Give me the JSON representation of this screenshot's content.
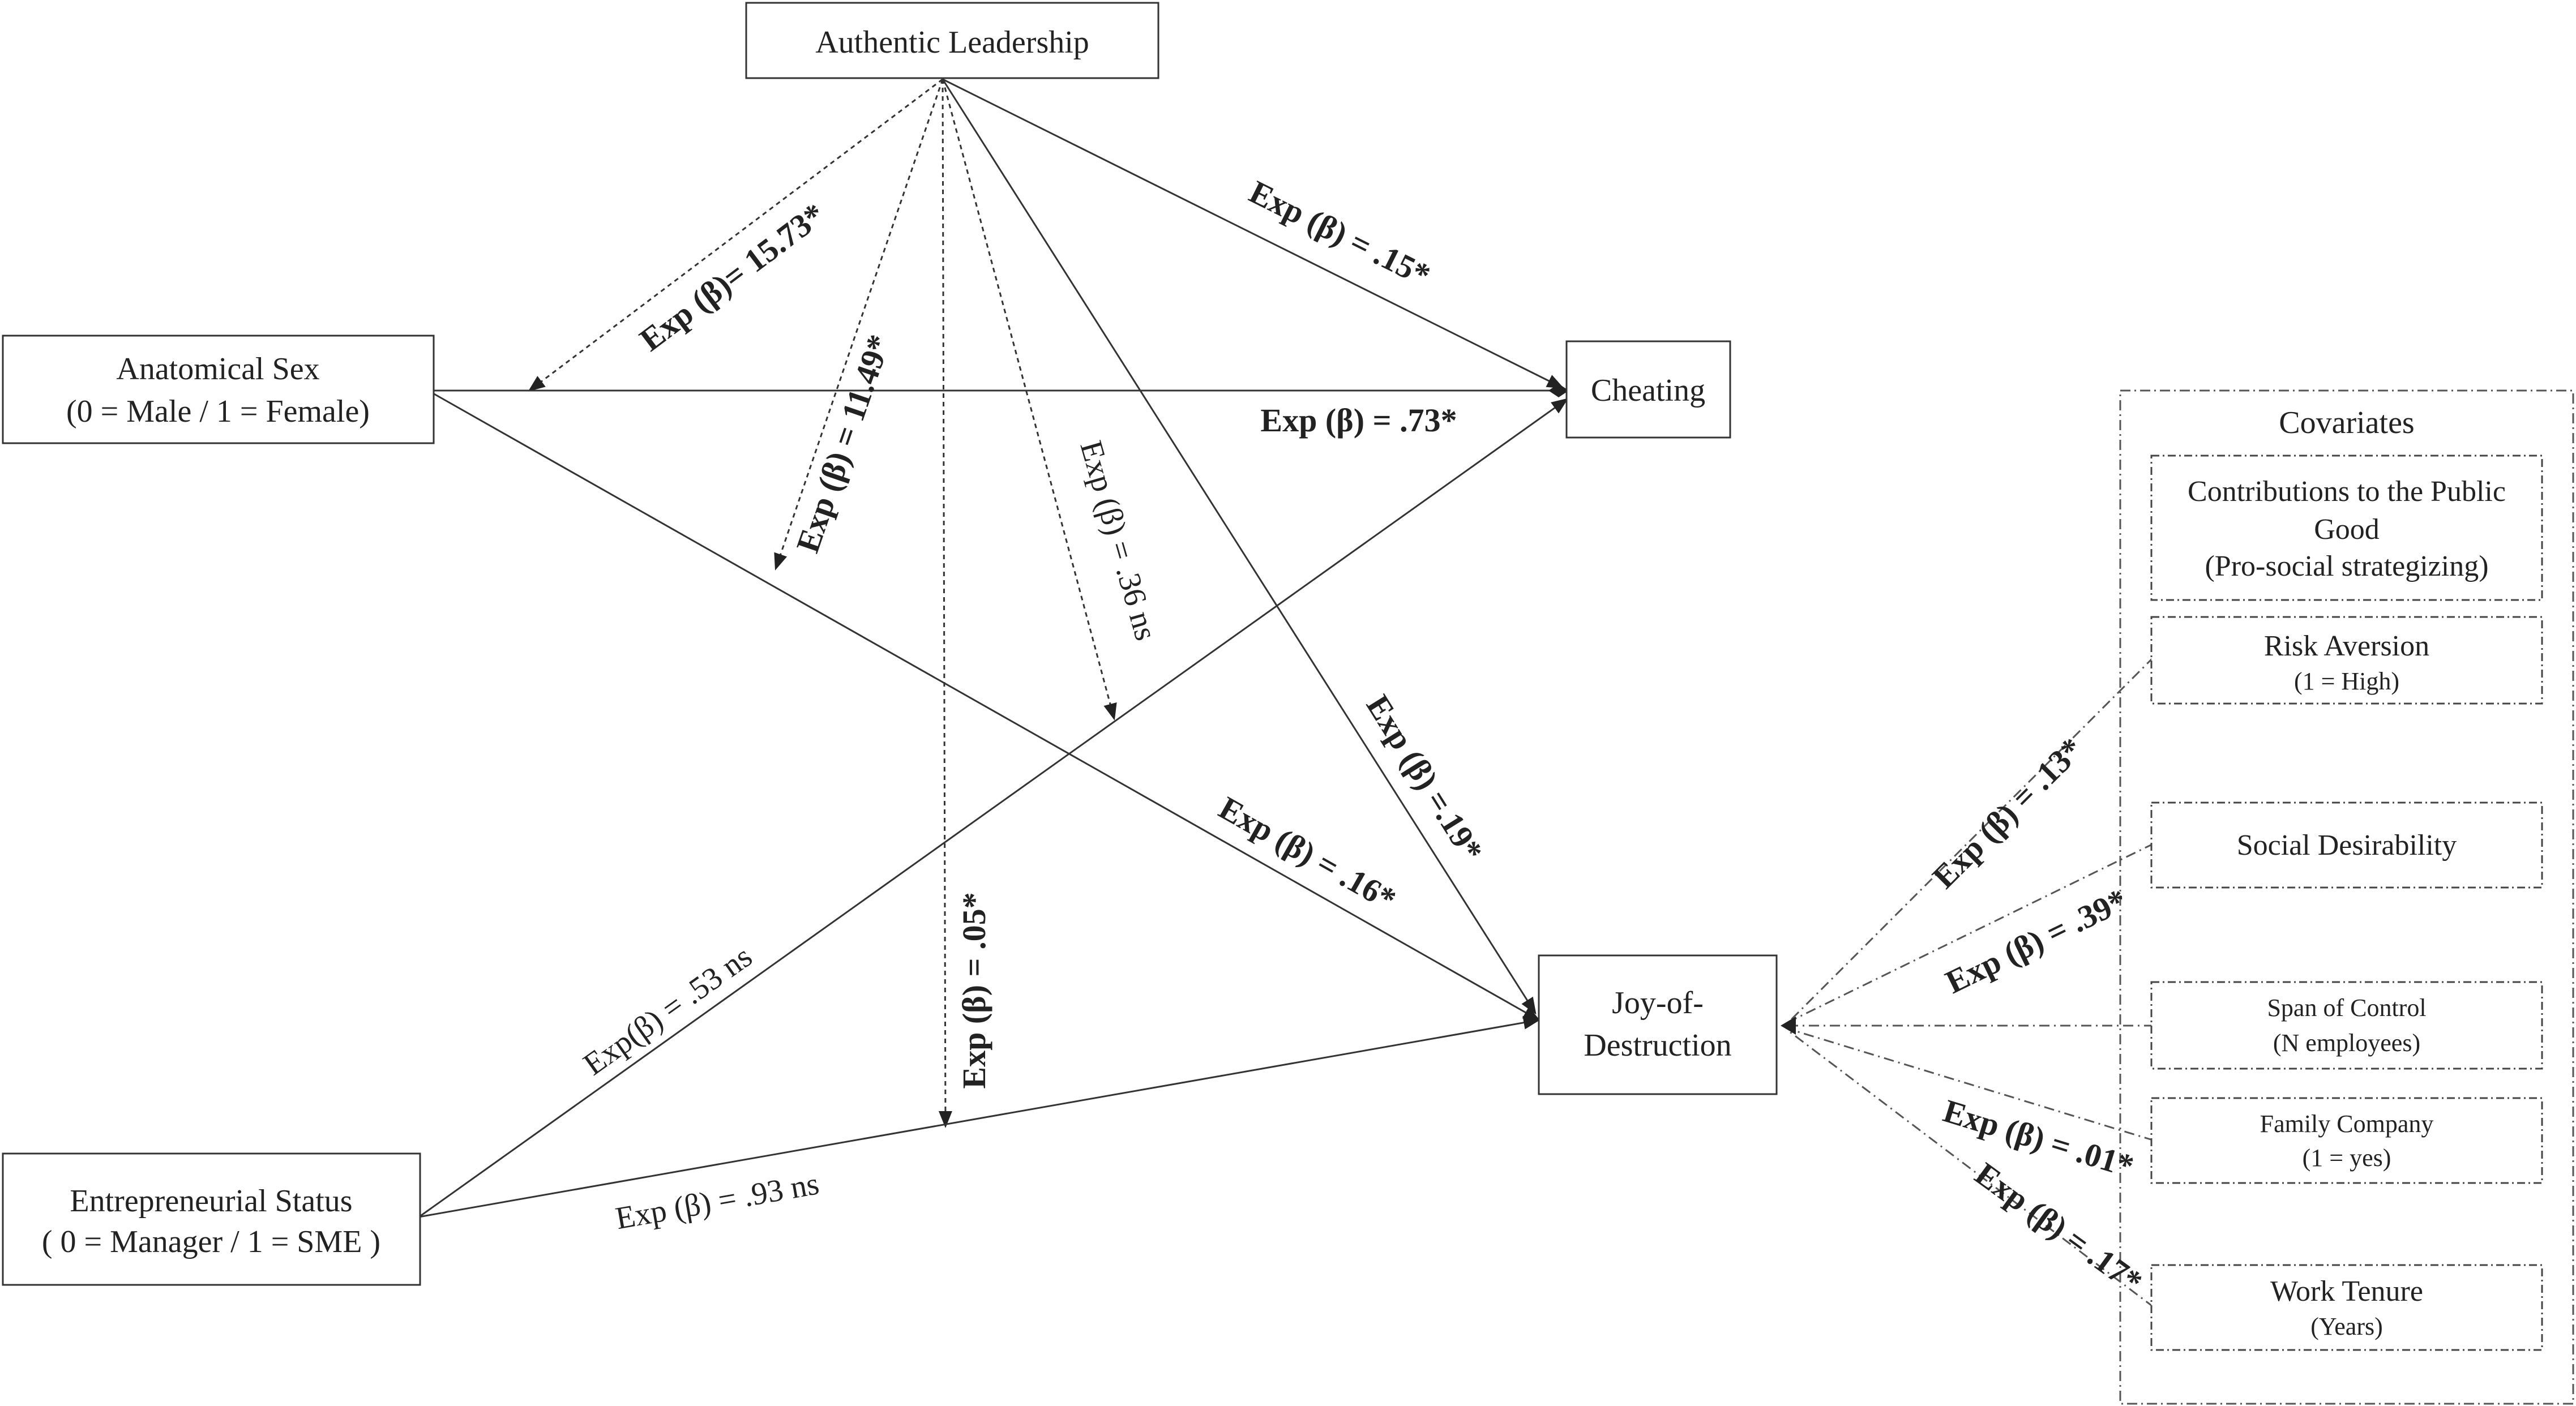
{
  "nodes": {
    "authentic_leadership": "Authentic Leadership",
    "anatomical_sex": {
      "line1": "Anatomical Sex",
      "line2": "(0  = Male / 1 = Female)"
    },
    "cheating": "Cheating",
    "joy_of_destruction": {
      "line1": "Joy-of-",
      "line2": "Destruction"
    },
    "entrepreneurial_status": {
      "line1": "Entrepreneurial Status",
      "line2": "( 0 = Manager / 1 = SME )"
    }
  },
  "covariates": {
    "title": "Covariates",
    "items": [
      {
        "line1": "Contributions to the Public",
        "line2": "Good",
        "line3": "(Pro-social strategizing)"
      },
      {
        "line1": "Risk Aversion",
        "line2": "(1 = High)"
      },
      {
        "line1": "Social Desirability"
      },
      {
        "line1": "Span of Control",
        "line2": "(N employees)"
      },
      {
        "line1": "Family Company",
        "line2": "(1 = yes)"
      },
      {
        "line1": "Work Tenure",
        "line2": "(Years)"
      }
    ]
  },
  "paths": {
    "al_to_cheating": "Exp (β) = .15*",
    "al_moderates_sex_cheating": "Exp (β)= 15.73*",
    "al_moderates_sex_joy": "Exp (β) = 11.49*",
    "al_moderates_ent_cheating": "Exp (β) = .36 ns",
    "al_moderates_ent_joy": "Exp (β) = .05*",
    "al_to_joy": "Exp (β) =.19*",
    "sex_to_cheating": "Exp (β) = .73*",
    "sex_to_joy": "Exp (β) = .16*",
    "ent_to_cheating": "Exp(β) = .53 ns",
    "ent_to_joy": "Exp (β) = .93 ns",
    "risk_to_joy": "Exp (β) = .13*",
    "social_to_joy": "Exp (β) = .39*",
    "family_to_joy": "Exp (β) = .01*",
    "tenure_to_joy": "Exp (β) = .17*"
  }
}
